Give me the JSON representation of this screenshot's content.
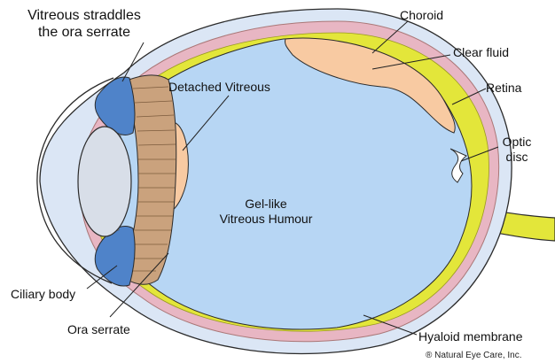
{
  "labels": {
    "vitreous_straddles": [
      "Vitreous straddles",
      "the ora serrate"
    ],
    "choroid": "Choroid",
    "clear_fluid": "Clear fluid",
    "retina": "Retina",
    "optic_disc": [
      "Optic",
      "disc"
    ],
    "detached_vitreous": "Detached Vitreous",
    "gel_like": [
      "Gel-like",
      "Vitreous Humour"
    ],
    "ciliary_body": "Ciliary body",
    "ora_serrate": "Ora serrate",
    "hyaloid_membrane": "Hyaloid membrane"
  },
  "copyright": "® Natural Eye Care, Inc.",
  "colors": {
    "vitreous": "#b7d6f4",
    "sclera": "#dbe6f5",
    "choroid_pink": "#e8b6c3",
    "retina_yellow": "#e3e63a",
    "detached_peach": "#f8caa2",
    "ciliary_blue": "#4f83c9",
    "ora_brown": "#caa27d",
    "outline": "#2b2b2b"
  }
}
